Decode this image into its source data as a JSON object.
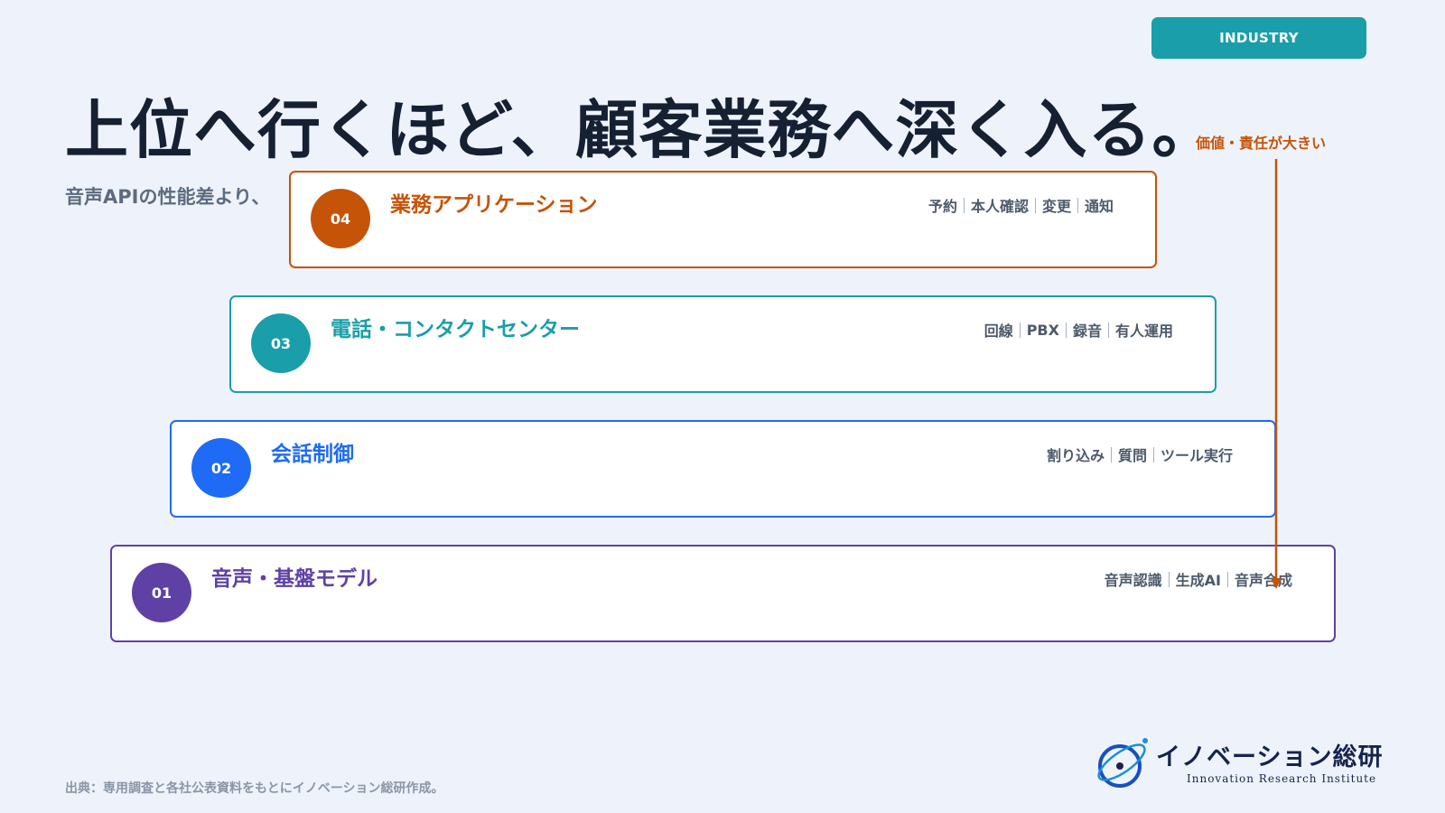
{
  "badge": "INDUSTRY",
  "title": "上位へ行くほど、顧客業務へ深く入る。",
  "subtitle": "音声APIの性能差より、",
  "arrow_label": "価値・責任が大きい",
  "colors": {
    "layer_04": "#c55408",
    "layer_03": "#1a9eaa",
    "layer_02": "#1f6bf5",
    "layer_01": "#5f41a6",
    "arrow": "#c55408"
  },
  "layers": [
    {
      "number": "04",
      "name": "業務アプリケーション",
      "tags": [
        "予約",
        "本人確認",
        "変更",
        "通知"
      ]
    },
    {
      "number": "03",
      "name": "電話・コンタクトセンター",
      "tags": [
        "回線",
        "PBX",
        "録音",
        "有人運用"
      ]
    },
    {
      "number": "02",
      "name": "会話制御",
      "tags": [
        "割り込み",
        "質問",
        "ツール実行"
      ]
    },
    {
      "number": "01",
      "name": "音声・基盤モデル",
      "tags": [
        "音声認識",
        "生成AI",
        "音声合成"
      ]
    }
  ],
  "source": "出典：専用調査と各社公表資料をもとにイノベーション総研作成。",
  "logo": {
    "name_jp": "イノベーション総研",
    "name_en": "Innovation Research Institute"
  }
}
